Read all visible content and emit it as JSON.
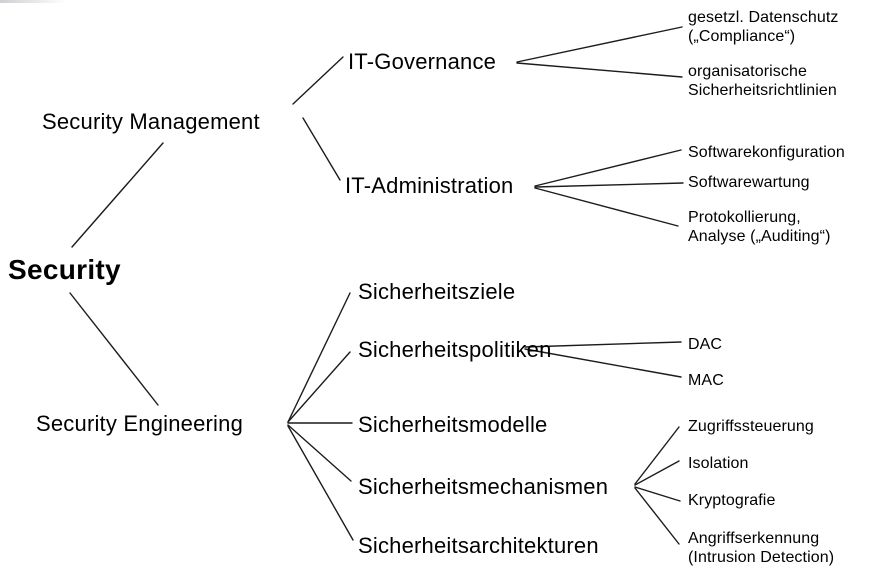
{
  "meta": {
    "background_color": "#ffffff",
    "text_color": "#000000",
    "line_color": "#1c1c1c"
  },
  "tree": {
    "root": {
      "label": "Security"
    },
    "management": {
      "label": "Security Management",
      "governance": {
        "label": "IT-Governance",
        "leaves": [
          {
            "label": "gesetzl. Datenschutz\n(„Compliance“)"
          },
          {
            "label": "organisatorische\nSicherheitsrichtlinien"
          }
        ]
      },
      "administration": {
        "label": "IT-Administration",
        "leaves": [
          {
            "label": "Softwarekonfiguration"
          },
          {
            "label": "Softwarewartung"
          },
          {
            "label": "Protokollierung,\nAnalyse („Auditing“)"
          }
        ]
      }
    },
    "engineering": {
      "label": "Security Engineering",
      "items": [
        {
          "label": "Sicherheitsziele"
        },
        {
          "label": "Sicherheitspolitiken",
          "leaves": [
            {
              "label": "DAC"
            },
            {
              "label": "MAC"
            }
          ]
        },
        {
          "label": "Sicherheitsmodelle"
        },
        {
          "label": "Sicherheitsmechanismen",
          "leaves": [
            {
              "label": "Zugriffssteuerung"
            },
            {
              "label": "Isolation"
            },
            {
              "label": "Kryptografie"
            },
            {
              "label": "Angriffserkennung\n(Intrusion Detection)"
            }
          ]
        },
        {
          "label": "Sicherheitsarchitekturen"
        }
      ]
    }
  }
}
